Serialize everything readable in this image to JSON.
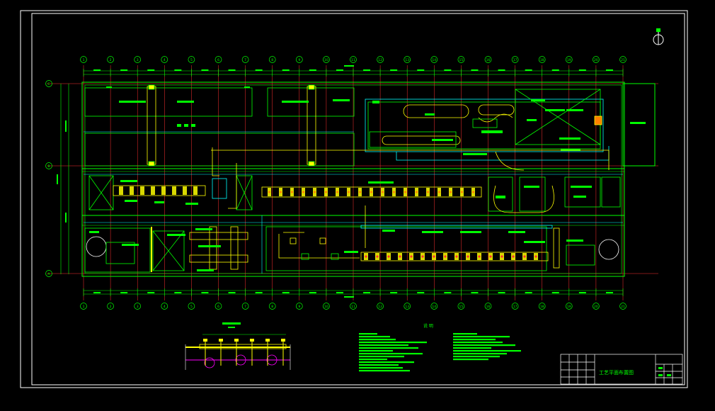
{
  "drawing": {
    "title_block_title": "工艺平面布置图",
    "legend_heading": "说 明",
    "detail_title": "",
    "north_symbol": "north-arrow-icon"
  },
  "grid_bubbles": {
    "columns": [
      "1",
      "2",
      "3",
      "4",
      "5",
      "6",
      "7",
      "8",
      "9",
      "10",
      "11",
      "12",
      "13",
      "14",
      "15",
      "16",
      "17",
      "18",
      "19",
      "20",
      "21"
    ],
    "rows": [
      "C",
      "B",
      "A"
    ]
  },
  "colors": {
    "background": "#000000",
    "frame": "#ffffff",
    "equipment": "#00ff00",
    "axis": "#ff3030",
    "conveyor": "#ffff00",
    "pipe": "#00ffff",
    "magenta": "#ff00ff"
  }
}
